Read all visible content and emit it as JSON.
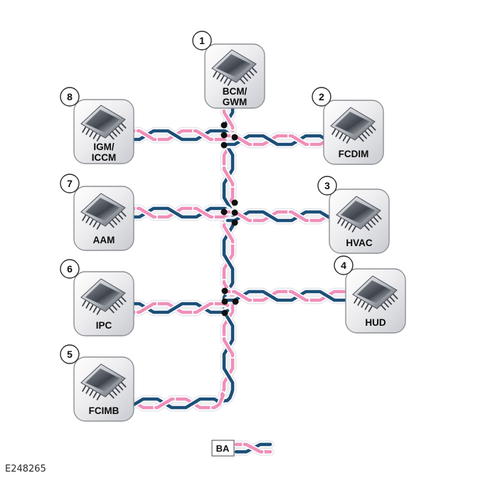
{
  "figure_id": "E248265",
  "legend": {
    "network_label": "BA"
  },
  "colors": {
    "wire_pink": "#ef8fb9",
    "wire_blue": "#1c4f78",
    "wire_casing": "#ffffff",
    "wire_halo": "#e6e8ee",
    "junction_dot": "#101010"
  },
  "modules": [
    {
      "number": "1",
      "name": "BCM/GWM",
      "label_lines": [
        "BCM/",
        "GWM"
      ]
    },
    {
      "number": "2",
      "name": "FCDIM",
      "label_lines": [
        "FCDIM"
      ]
    },
    {
      "number": "3",
      "name": "HVAC",
      "label_lines": [
        "HVAC"
      ]
    },
    {
      "number": "4",
      "name": "HUD",
      "label_lines": [
        "HUD"
      ]
    },
    {
      "number": "5",
      "name": "FCIMB",
      "label_lines": [
        "FCIMB"
      ]
    },
    {
      "number": "6",
      "name": "IPC",
      "label_lines": [
        "IPC"
      ]
    },
    {
      "number": "7",
      "name": "AAM",
      "label_lines": [
        "AAM"
      ]
    },
    {
      "number": "8",
      "name": "IGM/ICCM",
      "label_lines": [
        "IGM/",
        "ICCM"
      ]
    }
  ]
}
